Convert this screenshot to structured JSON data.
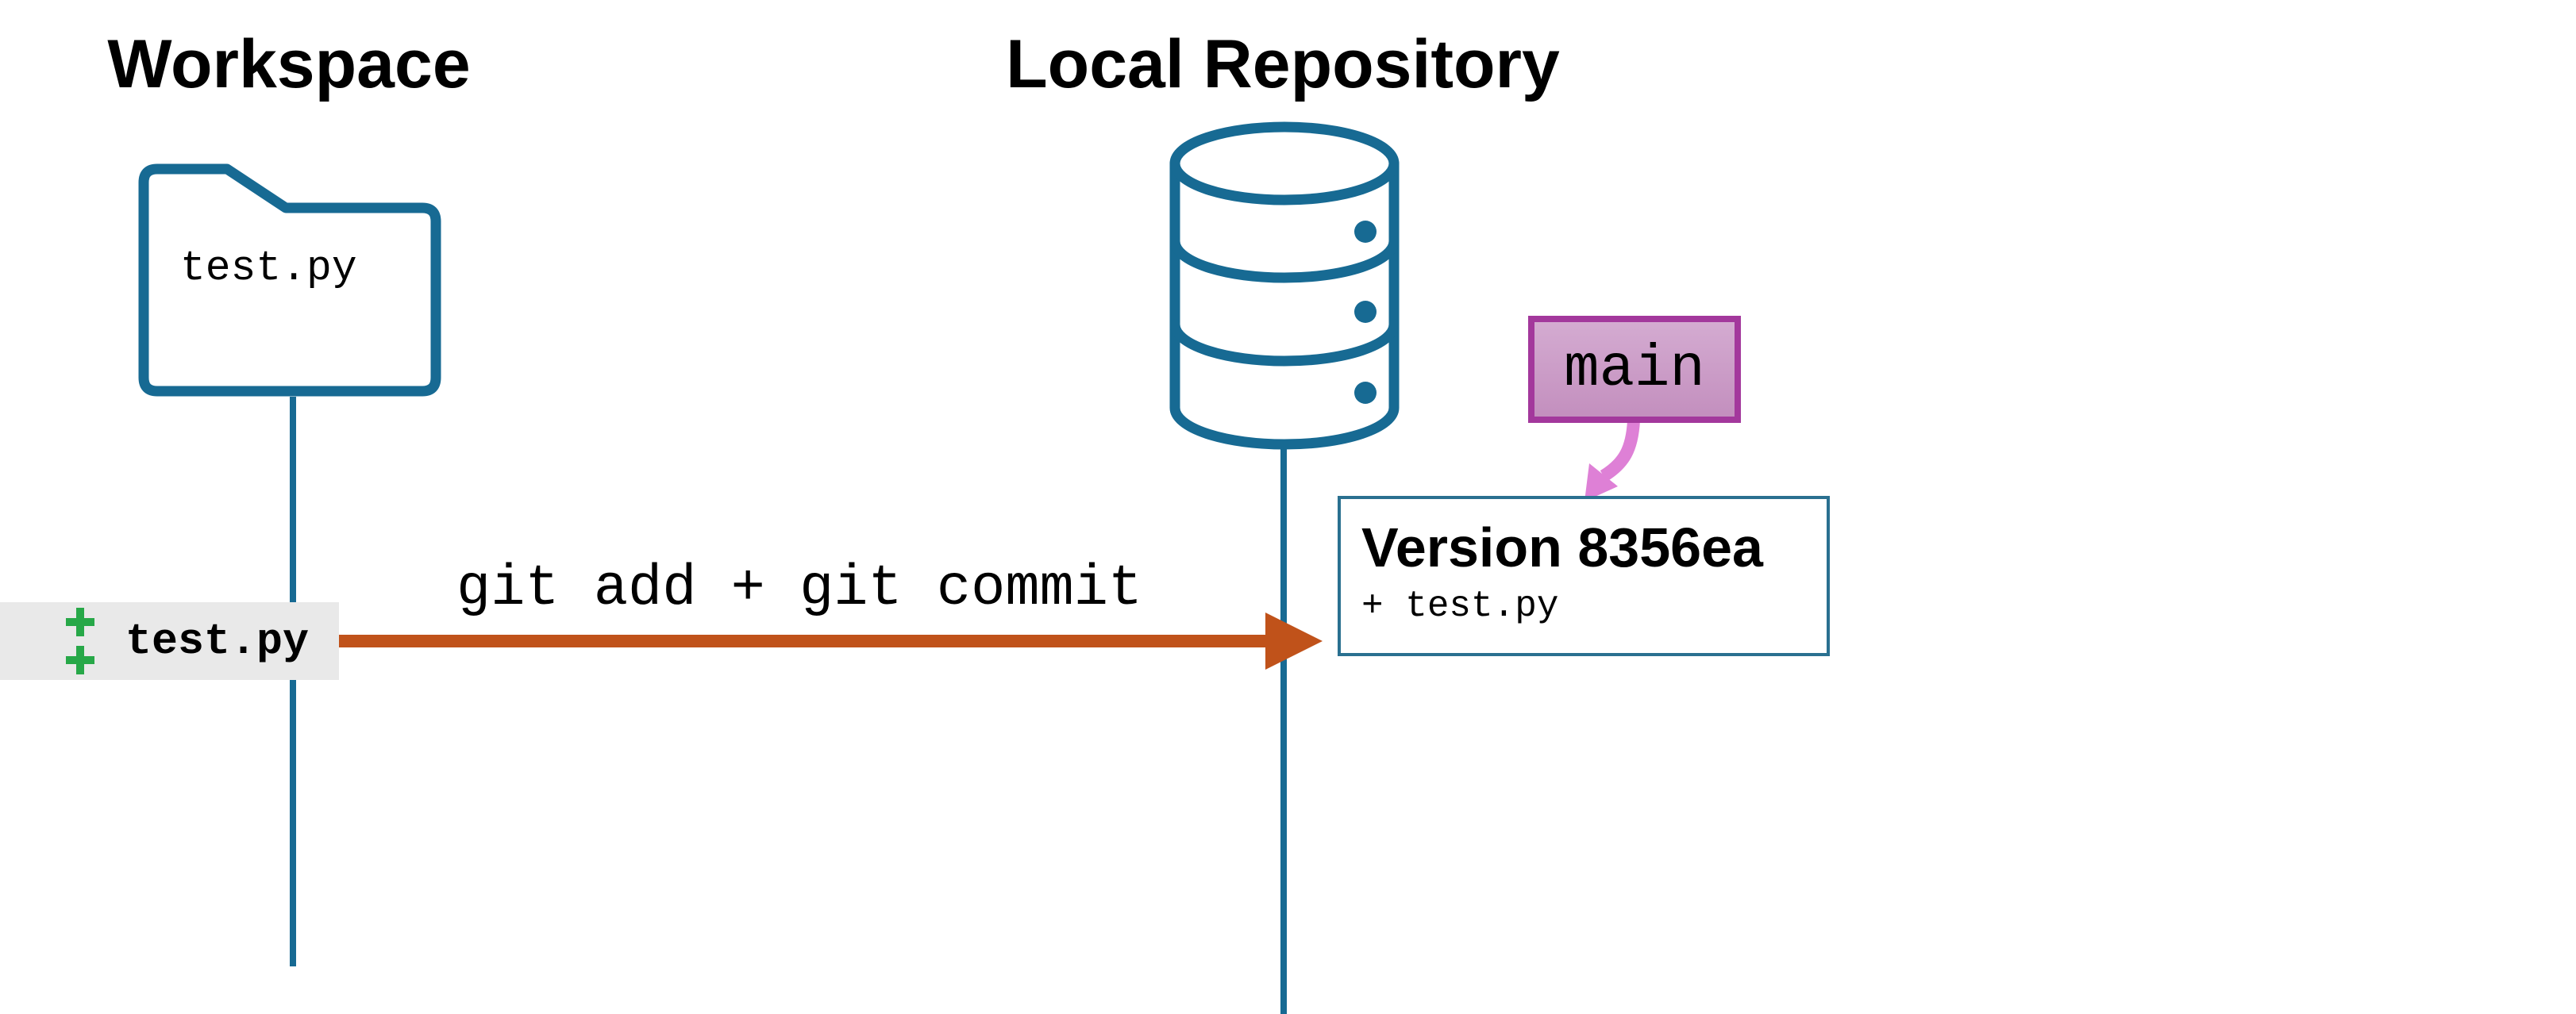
{
  "colors": {
    "teal": "#176a93",
    "orange": "#c0521a",
    "green": "#27a848",
    "magenta": "#a3389c",
    "branch_fill_top": "#d4abd1",
    "branch_fill_bottom": "#c38fbe",
    "pink_arrow": "#de80d6",
    "label_bg": "#e9e9e9",
    "commit_border": "#2a7090",
    "text": "#000000"
  },
  "icons": {
    "workspace": "folder-icon",
    "local_repository": "database-icon",
    "staged_marks": "plus-icons",
    "commit_flow": "arrow-right-icon",
    "branch_pointer": "curved-arrow-down-icon"
  },
  "workspace": {
    "title": "Workspace",
    "file_label": "test.py"
  },
  "local_repository": {
    "title": "Local Repository"
  },
  "staged_file": {
    "marks": "++",
    "name": "test.py"
  },
  "commit_arrow": {
    "label": "git add + git commit"
  },
  "branch_tag": {
    "label": "main"
  },
  "commit_box": {
    "title": "Version 8356ea",
    "change": "+ test.py"
  }
}
